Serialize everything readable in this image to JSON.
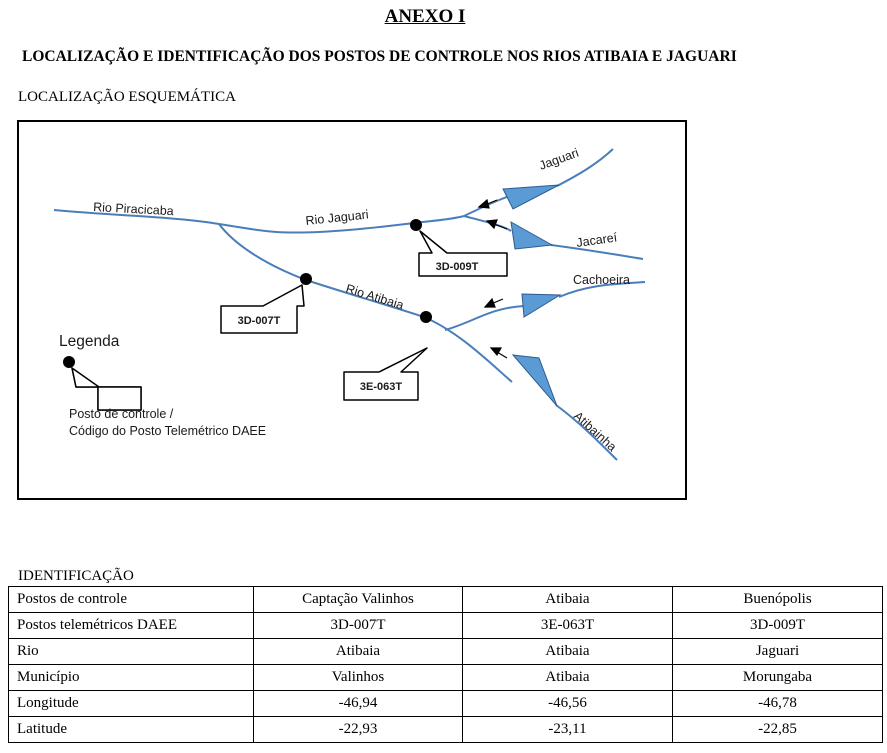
{
  "header": {
    "title": "ANEXO I",
    "subtitle": "LOCALIZAÇÃO E IDENTIFICAÇÃO DOS POSTOS DE CONTROLE NOS RIOS ATIBAIA E JAGUARI",
    "section_location": "LOCALIZAÇÃO ESQUEMÁTICA",
    "section_identification": "IDENTIFICAÇÃO"
  },
  "map": {
    "rivers": {
      "piracicaba": "Rio Piracicaba",
      "jaguari_main": "Rio Jaguari",
      "atibaia_main": "Rio Atibaia",
      "jaguari": "Jaguari",
      "jacarei": "Jacareí",
      "cachoeira": "Cachoeira",
      "atibainha": "Atibainha"
    },
    "stations": {
      "s1": "3D-009T",
      "s2": "3D-007T",
      "s3": "3E-063T"
    },
    "legend": {
      "title": "Legenda",
      "line1": "Posto de controle /",
      "line2": "Código do Posto Telemétrico DAEE"
    },
    "colors": {
      "river": "#4a7ebb",
      "reservoir": "#5b9bd5",
      "station": "#000000"
    }
  },
  "table": {
    "rows": [
      {
        "label": "Postos de controle",
        "values": [
          "Captação Valinhos",
          "Atibaia",
          "Buenópolis"
        ]
      },
      {
        "label": "Postos telemétricos DAEE",
        "values": [
          "3D-007T",
          "3E-063T",
          "3D-009T"
        ]
      },
      {
        "label": "Rio",
        "values": [
          "Atibaia",
          "Atibaia",
          "Jaguari"
        ]
      },
      {
        "label": "Município",
        "values": [
          "Valinhos",
          "Atibaia",
          "Morungaba"
        ]
      },
      {
        "label": "Longitude",
        "values": [
          "-46,94",
          "-46,56",
          "-46,78"
        ]
      },
      {
        "label": "Latitude",
        "values": [
          "-22,93",
          "-23,11",
          "-22,85"
        ]
      }
    ]
  }
}
